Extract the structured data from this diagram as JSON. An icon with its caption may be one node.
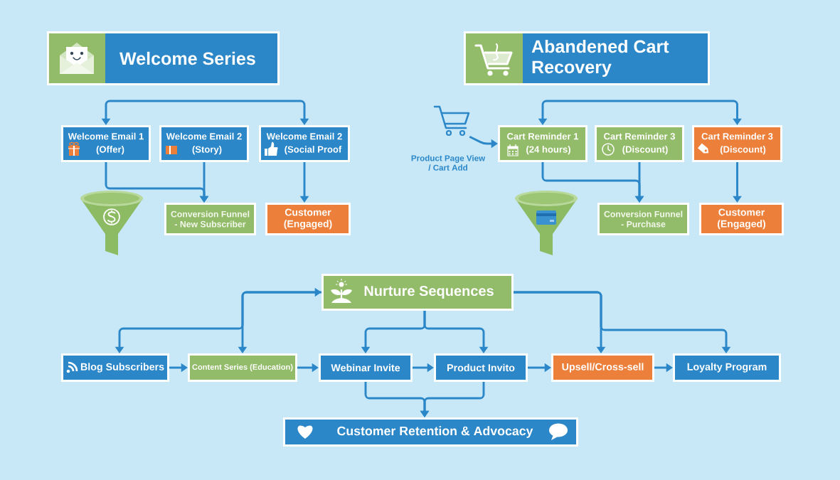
{
  "diagram": {
    "nodes": [
      {
        "text": [
          "Welcome Series"
        ]
      },
      {
        "text": [
          "Welcome Email 1",
          "(Offer)"
        ]
      },
      {
        "text": [
          "Welcome Email 2",
          "(Story)"
        ]
      },
      {
        "text": [
          "Welcome Email 2",
          "(Social Proof"
        ]
      },
      {
        "text": [
          "Conversion Funnel - New Subscriber"
        ]
      },
      {
        "text": [
          "Customer (Engaged)"
        ]
      },
      {
        "text": [
          "Abandened Cart Recovery"
        ]
      },
      {
        "text": [],
        "shape": "picture"
      },
      {
        "text": [
          "Cart Reminder 1",
          "(24 hours)"
        ]
      },
      {
        "text": [
          "Cart Reminder 3",
          "(Discount)"
        ]
      },
      {
        "text": [
          "Cart Reminder 3",
          "(Discount)"
        ]
      },
      {
        "text": [
          "Conversion Funnel - Purchase"
        ]
      },
      {
        "text": [
          "Customer (Engaged)"
        ]
      },
      {
        "text": [
          "Nurture Sequences"
        ]
      },
      {
        "text": [
          "Blog Subscribers"
        ]
      },
      {
        "text": [
          "Content Series (Education)"
        ]
      },
      {
        "text": [
          "Webinar Invite"
        ]
      },
      {
        "text": [
          "Product Invito"
        ]
      },
      {
        "text": [
          "Upsell/Cross-sell"
        ]
      },
      {
        "text": [
          "Loyalty Program"
        ]
      },
      {
        "text": [
          "Customer Retention & Advocacy"
        ]
      }
    ],
    "edges": [
      {
        "from": 1,
        "to": 3,
        "arrow": "both"
      },
      {
        "from": 1,
        "to": 4,
        "arrow": "to"
      },
      {
        "from": 2,
        "to": 4,
        "arrow": "to"
      },
      {
        "from": 3,
        "to": 5,
        "arrow": "to"
      },
      {
        "from": 8,
        "to": 10,
        "arrow": "both"
      },
      {
        "from": 7,
        "to": 8,
        "arrow": "to"
      },
      {
        "from": 8,
        "to": 11,
        "arrow": "to"
      },
      {
        "from": 9,
        "to": 11,
        "arrow": "to"
      },
      {
        "from": 10,
        "to": 12,
        "arrow": "to"
      },
      {
        "from": 13,
        "to": 14,
        "arrow": "to"
      },
      {
        "from": 13,
        "to": 15,
        "arrow": "both"
      },
      {
        "from": 13,
        "to": 16,
        "arrow": "to"
      },
      {
        "from": 13,
        "to": 17,
        "arrow": "to"
      },
      {
        "from": 13,
        "to": 18,
        "arrow": "to"
      },
      {
        "from": 13,
        "to": 19,
        "arrow": "to"
      },
      {
        "from": 14,
        "to": 15,
        "arrow": "to"
      },
      {
        "from": 15,
        "to": 16,
        "arrow": "to"
      },
      {
        "from": 16,
        "to": 17,
        "arrow": "to"
      },
      {
        "from": 17,
        "to": 18,
        "arrow": "to"
      },
      {
        "from": 18,
        "to": 19,
        "arrow": "to"
      },
      {
        "from": 16,
        "to": 20,
        "arrow": "to"
      },
      {
        "from": 17,
        "to": 20,
        "arrow": "to"
      }
    ],
    "labels": [
      "Product Page View / Cart Add"
    ]
  }
}
